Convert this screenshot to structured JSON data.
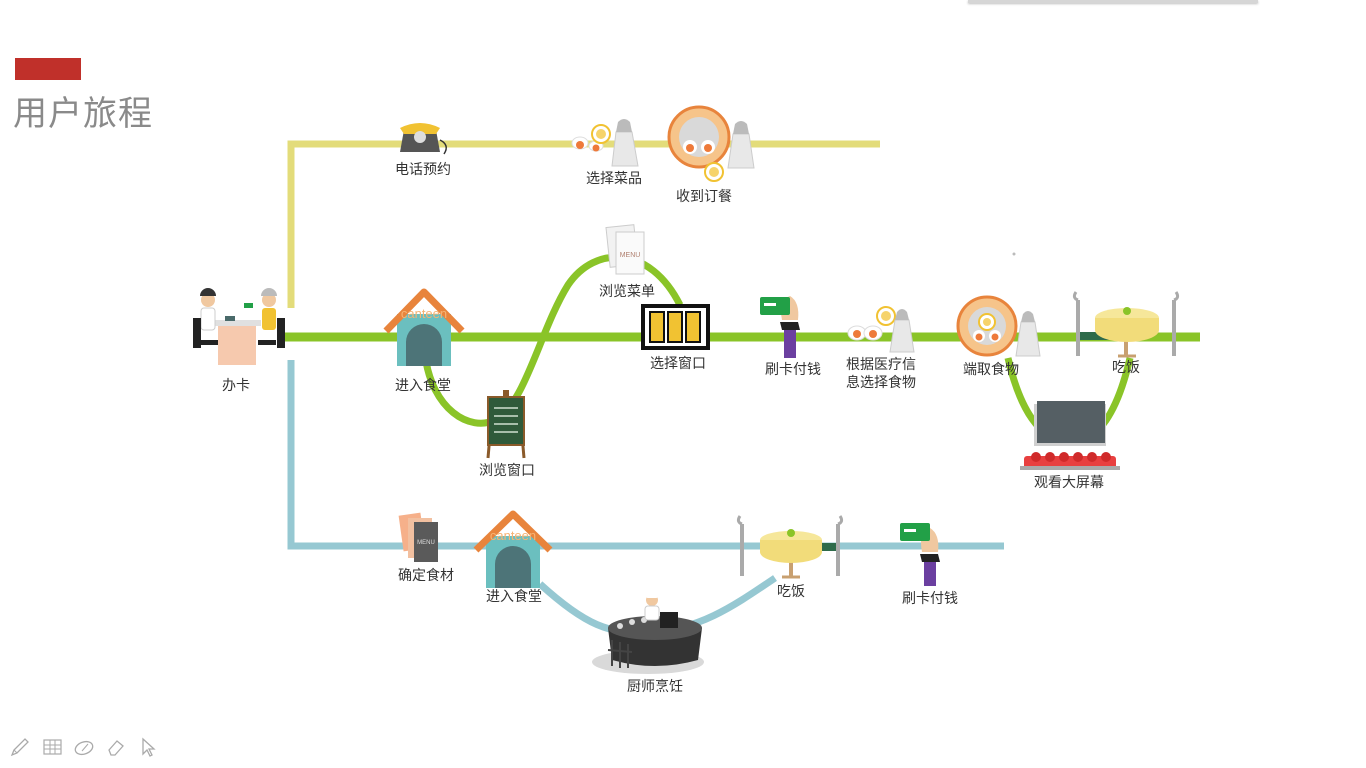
{
  "slide": {
    "title": "用户旅程",
    "accent_color": "#c0302a"
  },
  "colors": {
    "top_track": "#e3dc7a",
    "middle_track": "#8ac428",
    "bottom_track": "#96c8d2",
    "house_roof": "#e8843c",
    "house_wall": "#6bbfbf",
    "chalkboard": "#2f5a3a",
    "card_green": "#22a047"
  },
  "sign_text": "canteen",
  "menu_text": "MENU",
  "steps": {
    "card": "办卡",
    "phone_reserve": "电话预约",
    "choose_dishes": "选择菜品",
    "receive_order": "收到订餐",
    "enter_canteen": "进入食堂",
    "browse_menu": "浏览菜单",
    "browse_window": "浏览窗口",
    "choose_window": "选择窗口",
    "swipe_pay": "刷卡付钱",
    "medical_choose": "根据医疗信\n息选择食物",
    "take_food": "端取食物",
    "eat": "吃饭",
    "watch_screen": "观看大屏幕",
    "confirm_ingredients": "确定食材",
    "enter_canteen_2": "进入食堂",
    "chef_cook": "厨师烹饪",
    "eat_2": "吃饭",
    "swipe_pay_2": "刷卡付钱"
  },
  "toolbar": [
    "pen-tool-icon",
    "grid-tool-icon",
    "ellipse-tool-icon",
    "eraser-tool-icon",
    "pointer-tool-icon"
  ]
}
